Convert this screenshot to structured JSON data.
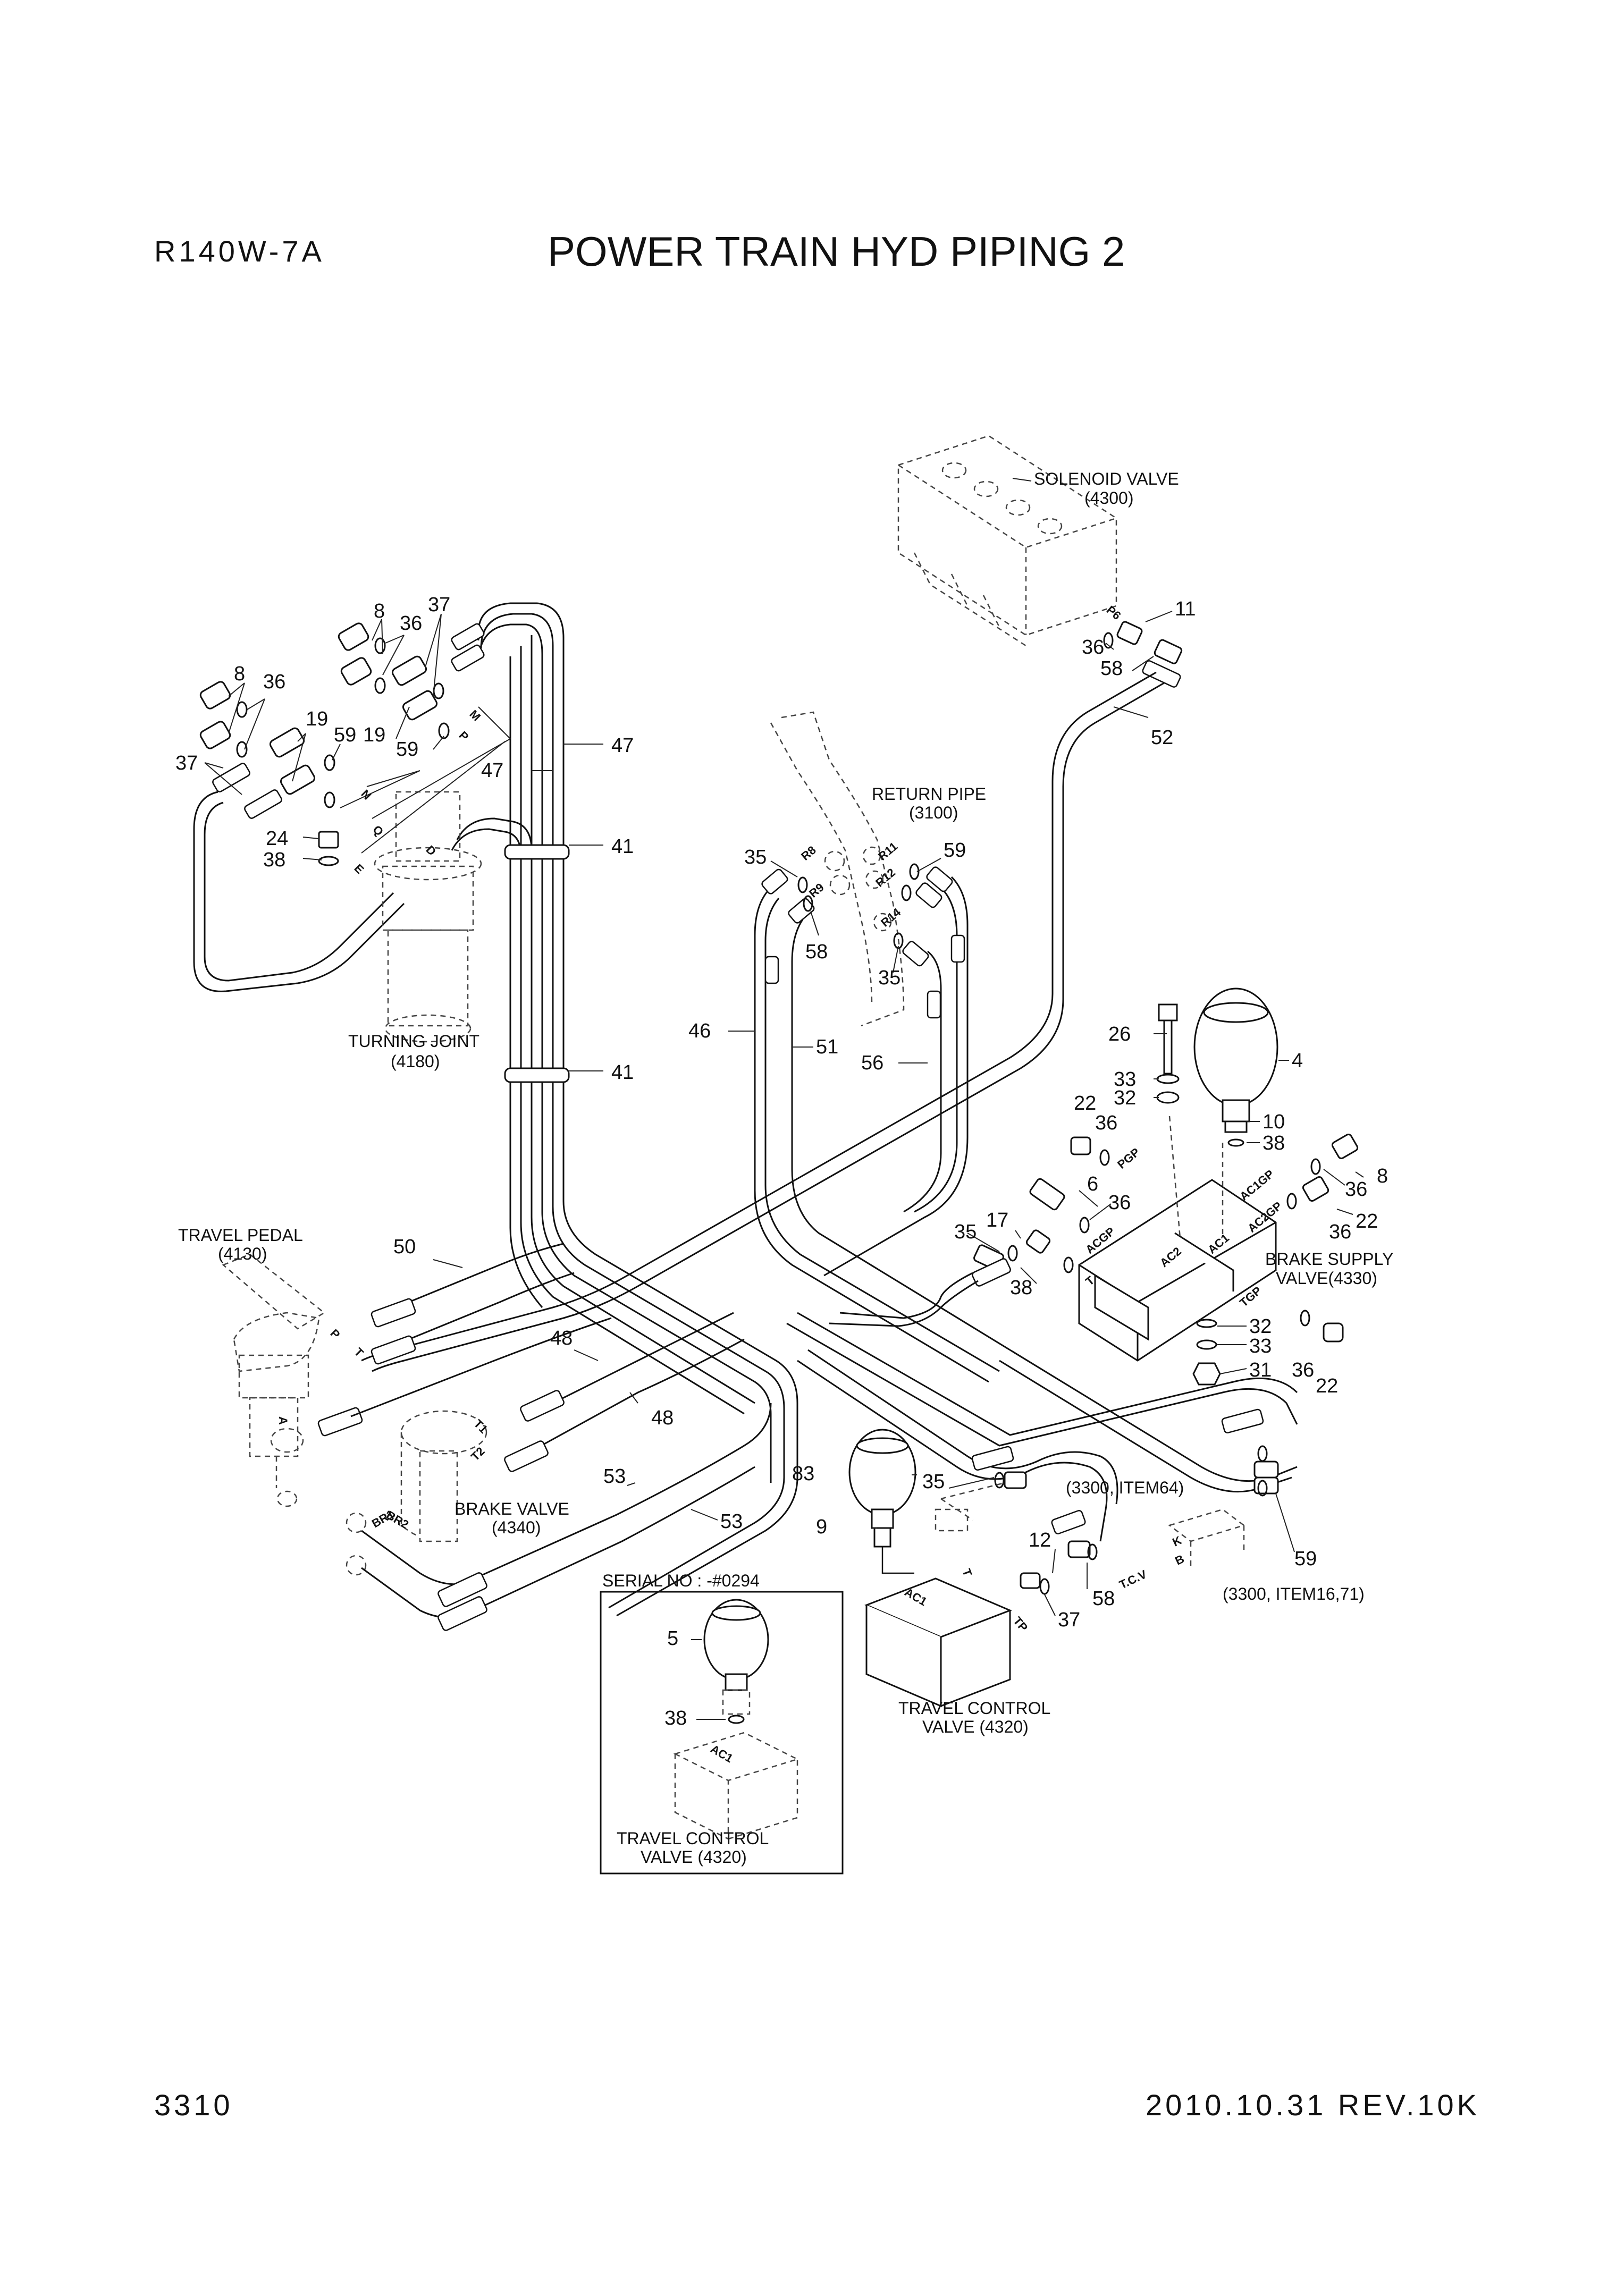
{
  "header": {
    "model": "R140W-7A",
    "title": "POWER TRAIN HYD PIPING 2"
  },
  "footer": {
    "page_number": "3310",
    "date_revision": "2010.10.31 REV.10K"
  },
  "components": {
    "solenoid_valve": "SOLENOID VALVE",
    "solenoid_valve_ref": "(4300)",
    "return_pipe": "RETURN PIPE",
    "return_pipe_ref": "(3100)",
    "turning_joint": "TURNING JOINT",
    "turning_joint_ref": "(4180)",
    "travel_pedal": "TRAVEL PEDAL",
    "travel_pedal_ref": "(4130)",
    "brake_valve": "BRAKE VALVE",
    "brake_valve_ref": "(4340)",
    "brake_supply_valve": "BRAKE SUPPLY",
    "brake_supply_valve_ref": "VALVE(4330)",
    "travel_control_valve": "TRAVEL CONTROL",
    "travel_control_valve_ref": "VALVE (4320)",
    "ref_3300_item64": "(3300, ITEM64)",
    "ref_3300_item16_71": "(3300, ITEM16,71)",
    "serial_no": "SERIAL NO : -#0294",
    "inset_travel_control_valve": "TRAVEL CONTROL",
    "inset_travel_control_valve_ref": "VALVE (4320)"
  },
  "callouts": {
    "c8a": "8",
    "c37a": "37",
    "c36a": "36",
    "c8b": "8",
    "c36b": "36",
    "c19a": "19",
    "c59a": "59",
    "c19b": "19",
    "c59b": "59",
    "c37b": "37",
    "c47a": "47",
    "c47b": "47",
    "c24": "24",
    "c38a": "38",
    "c41a": "41",
    "c41b": "41",
    "c11": "11",
    "c36c": "36",
    "c58a": "58",
    "c52": "52",
    "c35a": "35",
    "c59c": "59",
    "c58b": "58",
    "c35b": "35",
    "c46": "46",
    "c51": "51",
    "c56": "56",
    "c26": "26",
    "c4": "4",
    "c33a": "33",
    "c32a": "32",
    "c22a": "22",
    "c36d": "36",
    "c10": "10",
    "c38b": "38",
    "c6": "6",
    "c36e": "36",
    "c36f": "36",
    "c8c": "8",
    "c36g": "36",
    "c22b": "22",
    "c17": "17",
    "c35c": "35",
    "c38c": "38",
    "c50": "50",
    "c32b": "32",
    "c33b": "33",
    "c31": "31",
    "c36h": "36",
    "c22c": "22",
    "c48a": "48",
    "c48b": "48",
    "c83": "83",
    "c35d": "35",
    "c53a": "53",
    "c53b": "53",
    "c9": "9",
    "c12": "12",
    "c58c": "58",
    "c37c": "37",
    "c59d": "59",
    "c5": "5",
    "c38d": "38"
  },
  "port_labels": {
    "p6": "P6",
    "m": "M",
    "p": "P",
    "n": "N",
    "q": "Q",
    "e": "E",
    "d": "D",
    "r8": "R8",
    "r9": "R9",
    "r11": "R11",
    "r12": "R12",
    "r14": "R14",
    "pgp": "PGP",
    "acgp": "ACGP",
    "ac1gp": "AC1GP",
    "ac2gp": "AC2GP",
    "ac2": "AC2",
    "ac1": "AC1",
    "tgp": "TGP",
    "t_bs": "T",
    "tp_pedal": "P",
    "tt_pedal": "T",
    "a_pedal": "A",
    "t1": "T1",
    "t2": "T2",
    "br1": "BR1",
    "br2": "BR2",
    "ac1_tcv": "AC1",
    "t_tcv": "T",
    "tp": "TP",
    "tcv": "T.C.V",
    "k": "K",
    "b": "B",
    "ac1_inset": "AC1"
  }
}
